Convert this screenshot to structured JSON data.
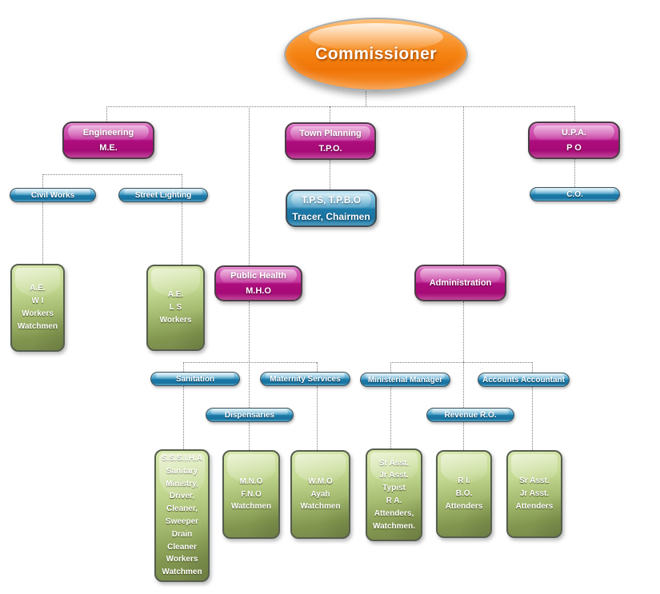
{
  "diagram": {
    "type": "org-chart",
    "root": "Commissioner",
    "colors": {
      "root_orange": "#f58413",
      "department_magenta": "#ad0d7d",
      "section_blue": "#1d7aa8",
      "staff_green": "#8aa055",
      "connector_gray": "#7d7d7d",
      "background": "#ffffff"
    }
  },
  "nodes": {
    "commissioner": {
      "label": "Commissioner"
    },
    "engineering": {
      "label": "Engineering\nM.E."
    },
    "town_planning": {
      "label": "Town Planning\nT.P.O."
    },
    "upa": {
      "label": "U.P.A.\nP O"
    },
    "civil_works": {
      "label": "Civil Works"
    },
    "street_lighting": {
      "label": "Street Lighting"
    },
    "tps": {
      "label": "T.P.S, T.P.B.O\nTracer, Chairmen"
    },
    "co": {
      "label": "C.O."
    },
    "ae_wi": {
      "label": "A.E.\nW I\nWorkers\nWatchmen"
    },
    "ae_ls": {
      "label": "A.E.\nL S\nWorkers"
    },
    "public_health": {
      "label": "Public Health\nM.H.O"
    },
    "administration": {
      "label": "Administration"
    },
    "sanitation": {
      "label": "Sanitation"
    },
    "maternity_services": {
      "label": "Maternity Services"
    },
    "dispensaries": {
      "label": "Dispensaries"
    },
    "ministerial_manager": {
      "label": "Ministerial Manager"
    },
    "accounts_accountant": {
      "label": "Accounts Accountant"
    },
    "revenue_ro": {
      "label": "Revenue R.O."
    },
    "sssiha": {
      "label": "S.S.S.I.H.A\nSanitary\nMinistry,\nDriver,\nCleaner,\nSweeper\nDrain\nCleaner\nWorkers\nWatchmen"
    },
    "mno": {
      "label": "M.N.O\nF.N.O\nWatchmen"
    },
    "wmo": {
      "label": "W.M.O\nAyah\nWatchmen"
    },
    "sr_asst_typist": {
      "label": "Sr Asst.\nJr Asst.\nTypist\nR A.\nAttenders,\nWatchmen."
    },
    "ri_bo": {
      "label": "R I.\nB.O.\nAttenders"
    },
    "sr_asst_attenders": {
      "label": "Sr Asst.\nJr Asst.\nAttenders"
    }
  }
}
